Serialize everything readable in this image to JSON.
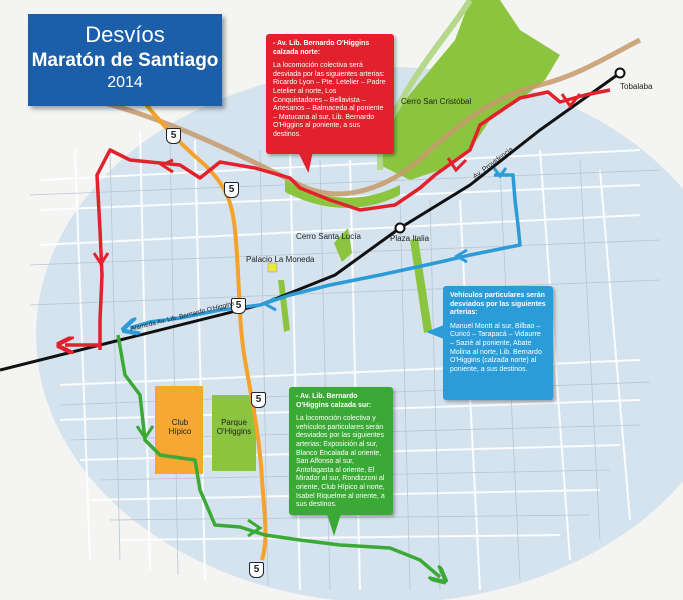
{
  "title": {
    "line1": "Desvíos",
    "line2": "Maratón de Santiago",
    "line3": "2014"
  },
  "places": {
    "cerro_san_cristobal": "Cerro San Cristóbal",
    "cerro_santa_lucia": "Cerro Santa Lucía",
    "plaza_italia": "Plaza Italia",
    "palacio_la_moneda": "Palacio La Moneda",
    "club_hipico": "Club\nHípico",
    "parque_ohiggins": "Parque\nO'Higgins",
    "tobalaba": "Tobalaba",
    "av_providencia": "Av. Providencia",
    "alameda": "Alameda Av. Lib. Bernardo O'Higgins"
  },
  "shield_label": "5",
  "callouts": {
    "north": {
      "heading": "- Av. Lib. Bernardo O'Higgins calzada norte:",
      "body": "La locomoción colectiva será desviada por las siguientes arterias: Ricardo Lyon – Pte. Letelier – Padre Letelier al norte, Los Conquistadores – Bellavista – Artesanos – Balmaceda al poniente – Matucana al sur, Lib. Bernardo O'Higgins al poniente, a sus destinos."
    },
    "private": {
      "heading": "Vehículos particulares serán desviados por las siguientes arterias:",
      "body": "Manuel Montt al sur, Bilbao – Curicó – Tarapacá – Vidaurre – Sazié al poniente, Abate Molina al norte, Lib. Bernardo O'Higgins (calzada norte) al poniente, a sus destinos."
    },
    "south": {
      "heading": "- Av. Lib. Bernardo O'Higgins calzada sur:",
      "body": "La locomoción colectiva y vehículos particulares serán desviados por las siguientes arterias: Exposición al sur, Blanco Encalada al oriente, San Alfonso al sur, Antofagasta al oriente, El Mirador al sur, Rondizzoni al oriente, Club Hípico al norte, Isabel Riquelme al oriente, a sus destinos."
    }
  },
  "colors": {
    "title_bg": "#1b5faa",
    "north_route": "#e2212c",
    "private_route": "#2b9cd8",
    "south_route": "#3ba935",
    "metro_line": "#111111",
    "highway": "#f5a22a",
    "river": "#c59a6b",
    "park": "#8bc53f",
    "club_hipico": "#f7a833"
  }
}
